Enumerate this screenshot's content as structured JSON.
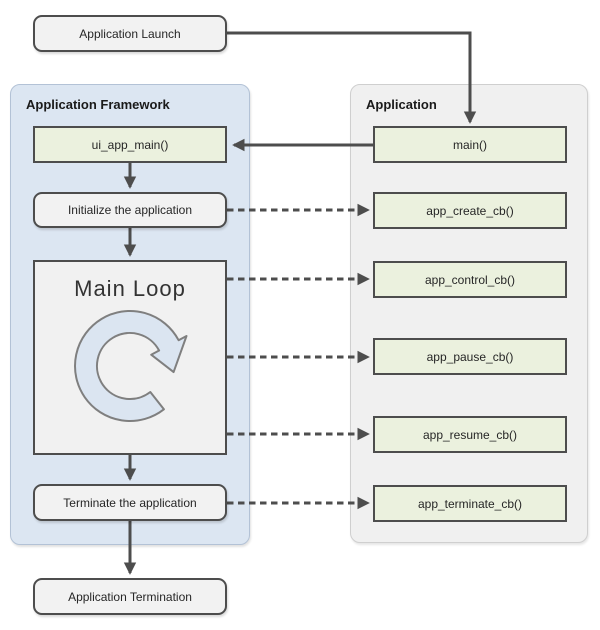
{
  "colors": {
    "framework_panel_bg": "#dce6f2",
    "application_panel_bg": "#f0f0f0",
    "callback_box_bg": "#ebf1de",
    "step_box_bg": "#f2f2f2",
    "box_border": "#4d4d4d",
    "arrow": "#4d4d4d",
    "loop_icon_fill": "#dbe5f1",
    "loop_icon_stroke": "#7f7f7f"
  },
  "panels": {
    "framework": {
      "title": "Application Framework"
    },
    "application": {
      "title": "Application"
    }
  },
  "nodes": {
    "app_launch": "Application Launch",
    "ui_app_main": "ui_app_main()",
    "initialize": "Initialize the application",
    "main_loop_title": "Main Loop",
    "terminate": "Terminate the application",
    "app_termination": "Application Termination",
    "main": "main()",
    "app_create_cb": "app_create_cb()",
    "app_control_cb": "app_control_cb()",
    "app_pause_cb": "app_pause_cb()",
    "app_resume_cb": "app_resume_cb()",
    "app_terminate_cb": "app_terminate_cb()"
  },
  "edges": [
    {
      "from": "app_launch",
      "to": "main",
      "style": "solid"
    },
    {
      "from": "main",
      "to": "ui_app_main",
      "style": "solid"
    },
    {
      "from": "ui_app_main",
      "to": "initialize",
      "style": "solid"
    },
    {
      "from": "initialize",
      "to": "main_loop",
      "style": "solid"
    },
    {
      "from": "main_loop",
      "to": "terminate",
      "style": "solid"
    },
    {
      "from": "terminate",
      "to": "app_termination",
      "style": "solid"
    },
    {
      "from": "initialize",
      "to": "app_create_cb",
      "style": "dashed"
    },
    {
      "from": "main_loop",
      "to": "app_control_cb",
      "style": "dashed"
    },
    {
      "from": "main_loop",
      "to": "app_pause_cb",
      "style": "dashed"
    },
    {
      "from": "main_loop",
      "to": "app_resume_cb",
      "style": "dashed"
    },
    {
      "from": "terminate",
      "to": "app_terminate_cb",
      "style": "dashed"
    }
  ]
}
